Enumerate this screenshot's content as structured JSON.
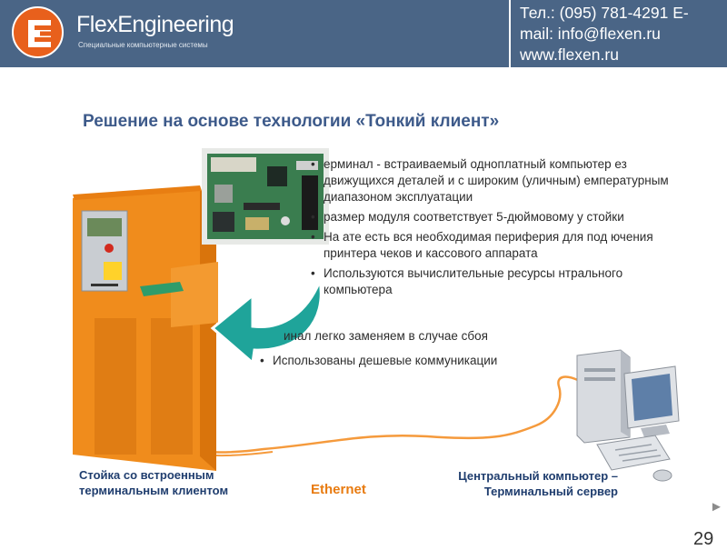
{
  "header": {
    "brand": "FlexEngineering",
    "tagline": "Специальные компьютерные системы",
    "logo_letter_icon": "letter-e-icon",
    "contacts": [
      "Тел.: (095) 781-4291 E-",
      "mail: info@flexen.ru",
      "www.flexen.ru"
    ]
  },
  "title": "Решение на основе технологии «Тонкий клиент»",
  "bullets_upper": [
    "ерминал - встраиваемый одноплатный компьютер ез движущихся деталей и с широким (уличным) емпературным диапазоном эксплуатации",
    "размер модуля соответствует 5-дюймовому у стойки",
    "На   ате есть вся необходимая периферия для под   ючения принтера чеков и кассового аппарата",
    "Используются вычислительные ресурсы    нтрального компьютера"
  ],
  "bullets_lower": [
    "   инал легко заменяем в случае сбоя",
    "Использованы дешевые коммуникации"
  ],
  "captions": {
    "kiosk": [
      "Стойка со встроенным",
      "терминальным клиентом"
    ],
    "server": [
      "Центральный компьютер –",
      "Терминальный сервер"
    ],
    "link": "Ethernet"
  },
  "colors": {
    "header_bg": "#4a6586",
    "logo_orange": "#e8601c",
    "title": "#3d5a8a",
    "kiosk_orange": "#f08c1c",
    "cable_orange": "#f59a3c",
    "arrow_teal": "#1fa49a"
  },
  "nav": {
    "next_icon": "triangle-right-icon"
  },
  "page_number": "29"
}
